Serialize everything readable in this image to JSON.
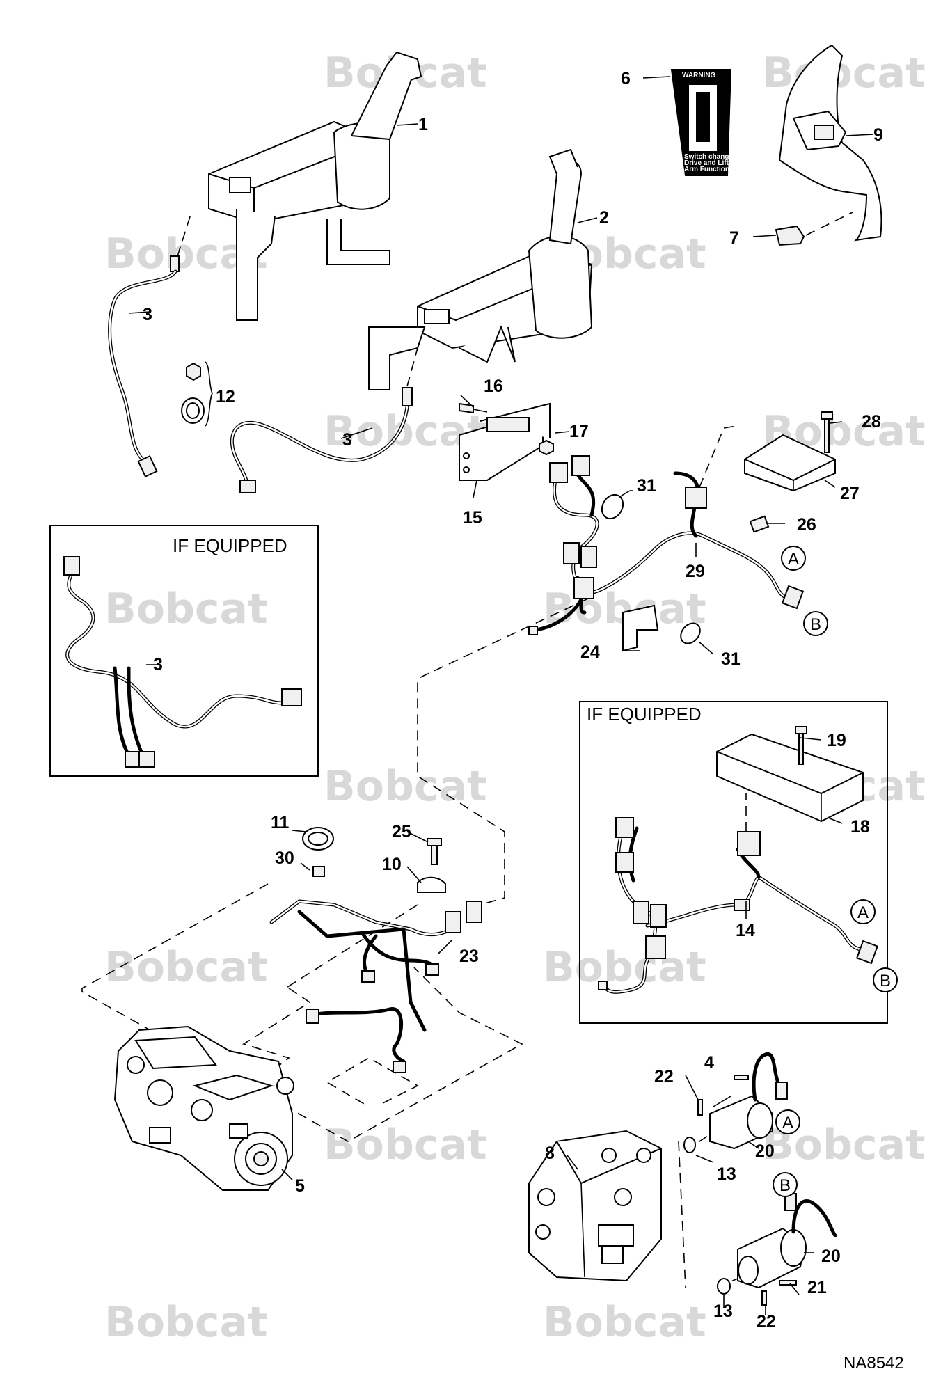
{
  "watermark": {
    "brand": "Bobcat"
  },
  "diagram_code": "NA8542",
  "callouts": [
    {
      "id": "1",
      "label": "1"
    },
    {
      "id": "2",
      "label": "2"
    },
    {
      "id": "3a",
      "label": "3"
    },
    {
      "id": "3b",
      "label": "3"
    },
    {
      "id": "3c",
      "label": "3"
    },
    {
      "id": "4",
      "label": "4"
    },
    {
      "id": "5",
      "label": "5"
    },
    {
      "id": "6",
      "label": "6"
    },
    {
      "id": "7",
      "label": "7"
    },
    {
      "id": "8",
      "label": "8"
    },
    {
      "id": "9",
      "label": "9"
    },
    {
      "id": "10",
      "label": "10"
    },
    {
      "id": "11",
      "label": "11"
    },
    {
      "id": "12",
      "label": "12"
    },
    {
      "id": "13a",
      "label": "13"
    },
    {
      "id": "13b",
      "label": "13"
    },
    {
      "id": "14",
      "label": "14"
    },
    {
      "id": "15",
      "label": "15"
    },
    {
      "id": "16",
      "label": "16"
    },
    {
      "id": "17",
      "label": "17"
    },
    {
      "id": "18",
      "label": "18"
    },
    {
      "id": "19",
      "label": "19"
    },
    {
      "id": "20a",
      "label": "20"
    },
    {
      "id": "20b",
      "label": "20"
    },
    {
      "id": "21",
      "label": "21"
    },
    {
      "id": "22a",
      "label": "22"
    },
    {
      "id": "22b",
      "label": "22"
    },
    {
      "id": "23",
      "label": "23"
    },
    {
      "id": "24",
      "label": "24"
    },
    {
      "id": "25",
      "label": "25"
    },
    {
      "id": "26",
      "label": "26"
    },
    {
      "id": "27",
      "label": "27"
    },
    {
      "id": "28",
      "label": "28"
    },
    {
      "id": "29",
      "label": "29"
    },
    {
      "id": "30",
      "label": "30"
    },
    {
      "id": "31a",
      "label": "31"
    },
    {
      "id": "31b",
      "label": "31"
    }
  ],
  "connector_refs": [
    {
      "id": "A1",
      "label": "A"
    },
    {
      "id": "B1",
      "label": "B"
    },
    {
      "id": "A2",
      "label": "A"
    },
    {
      "id": "B2",
      "label": "B"
    },
    {
      "id": "A3",
      "label": "A"
    },
    {
      "id": "B3",
      "label": "B"
    }
  ],
  "inset_boxes": [
    {
      "id": "left",
      "title": "IF EQUIPPED"
    },
    {
      "id": "right",
      "title": "IF EQUIPPED"
    }
  ],
  "warning_decal": {
    "header": "WARNING",
    "line1": "Switch changes",
    "line2": "Drive and Lift",
    "line3": "Arm Functions."
  }
}
